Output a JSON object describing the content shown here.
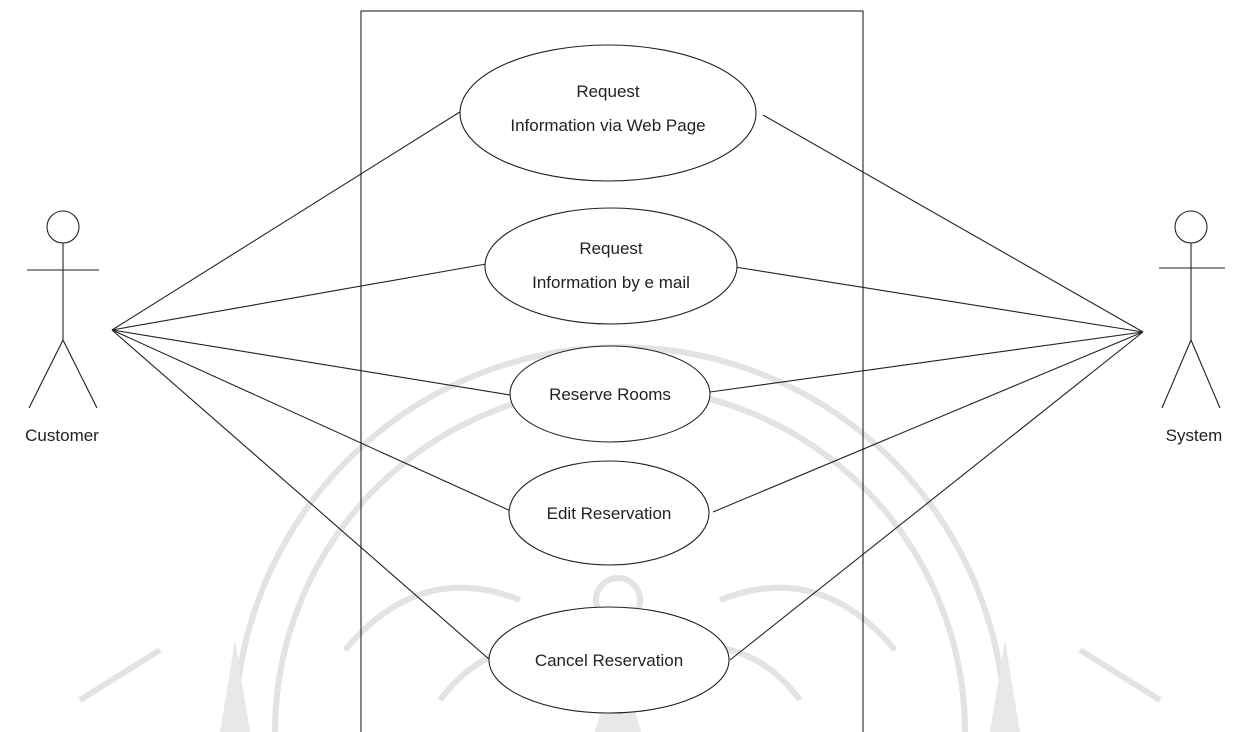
{
  "actors": [
    {
      "id": "customer",
      "label": "Customer"
    },
    {
      "id": "system",
      "label": "System"
    }
  ],
  "use_cases": [
    {
      "id": "uc1",
      "lines": [
        "Request",
        "Information via Web Page"
      ]
    },
    {
      "id": "uc2",
      "lines": [
        "Request",
        "Information by e mail"
      ]
    },
    {
      "id": "uc3",
      "lines": [
        "Reserve Rooms"
      ]
    },
    {
      "id": "uc4",
      "lines": [
        "Edit Reservation"
      ]
    },
    {
      "id": "uc5",
      "lines": [
        "Cancel Reservation"
      ]
    }
  ],
  "associations": [
    {
      "actor": "customer",
      "use_case": "uc1"
    },
    {
      "actor": "customer",
      "use_case": "uc2"
    },
    {
      "actor": "customer",
      "use_case": "uc3"
    },
    {
      "actor": "customer",
      "use_case": "uc4"
    },
    {
      "actor": "customer",
      "use_case": "uc5"
    },
    {
      "actor": "system",
      "use_case": "uc1"
    },
    {
      "actor": "system",
      "use_case": "uc2"
    },
    {
      "actor": "system",
      "use_case": "uc3"
    },
    {
      "actor": "system",
      "use_case": "uc4"
    },
    {
      "actor": "system",
      "use_case": "uc5"
    }
  ]
}
